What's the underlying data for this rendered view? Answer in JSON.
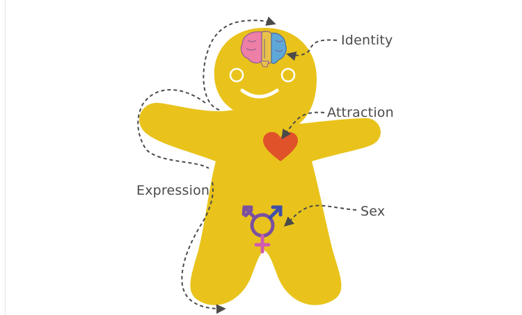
{
  "diagram": {
    "labels": {
      "identity": "Identity",
      "attraction": "Attraction",
      "expression": "Expression",
      "sex": "Sex"
    },
    "parts": {
      "head": "brain-icon",
      "chest": "heart-icon",
      "pelvis": "transgender-symbol-icon"
    },
    "colors": {
      "body": "#E9C31C",
      "outline": "#4a4a4a",
      "heart": "#E0522A",
      "symbol_purple": "#7B4FA0",
      "symbol_blue": "#3F4FA8",
      "symbol_pink": "#CF5BB0",
      "brain_pink": "#EE7FA6",
      "brain_yellow": "#E8C24A",
      "brain_blue": "#5EA8D8"
    }
  }
}
